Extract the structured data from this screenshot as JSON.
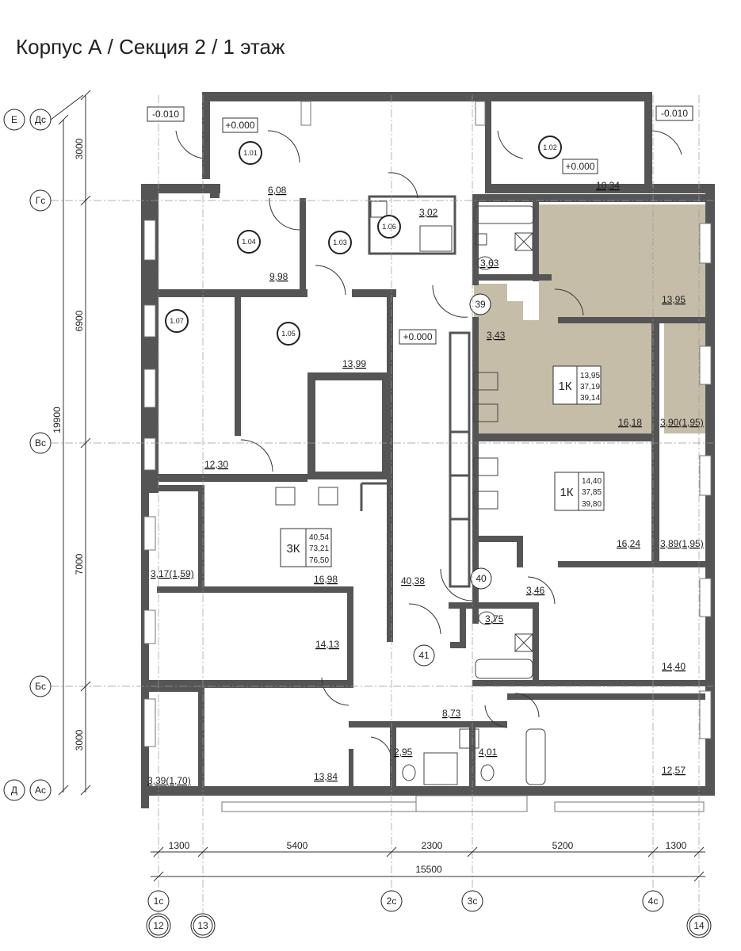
{
  "title": "Корпус А / Секция 2 / 1 этаж",
  "colors": {
    "wall": "#555555",
    "highlight": "#c6bda8",
    "line": "#333333",
    "window": "#bbbbbb"
  },
  "level_marks": [
    {
      "id": "lvl-tl",
      "text": "-0.010"
    },
    {
      "id": "lvl-tr",
      "text": "-0.010"
    },
    {
      "id": "lvl-101",
      "text": "+0.000"
    },
    {
      "id": "lvl-102",
      "text": "+0.000"
    },
    {
      "id": "lvl-corr",
      "text": "+0.000"
    }
  ],
  "room_tags": [
    "1.01",
    "1.02",
    "1.03",
    "1.04",
    "1.05",
    "1.06",
    "1.07"
  ],
  "stair_tags": [
    "39",
    "40",
    "41"
  ],
  "areas": [
    "6,08",
    "10,34",
    "3,02",
    "9,98",
    "3,63",
    "13,95",
    "3,43",
    "13,99",
    "12,30",
    "16,18",
    "3,90(1,95)",
    "16,24",
    "3,89(1,95)",
    "3,17(1,59)",
    "16,98",
    "40,38",
    "3,46",
    "3,75",
    "14,13",
    "14,40",
    "8,73",
    "2,95",
    "4,01",
    "13,84",
    "12,57",
    "3,39(1,70)"
  ],
  "apartments": [
    {
      "type": "1К",
      "values": [
        "13,95",
        "37,19",
        "39,14"
      ],
      "highlighted": true
    },
    {
      "type": "1К",
      "values": [
        "14,40",
        "37,85",
        "39,80"
      ],
      "highlighted": false
    },
    {
      "type": "3К",
      "values": [
        "40,54",
        "73,21",
        "76,50"
      ],
      "highlighted": false
    }
  ],
  "axes_left": [
    {
      "a": "Е",
      "b": "Дс"
    },
    {
      "a": "",
      "b": "Гс"
    },
    {
      "a": "",
      "b": "Вс"
    },
    {
      "a": "",
      "b": "Бс"
    },
    {
      "a": "Д",
      "b": "Ас"
    }
  ],
  "dims_vertical": [
    "3000",
    "6900",
    "19900",
    "7000",
    "3000"
  ],
  "dims_horizontal": [
    "1300",
    "5400",
    "2300",
    "5200",
    "1300"
  ],
  "dim_total": "15500",
  "axes_bottom_top": [
    "1с",
    "2с",
    "3с",
    "4с"
  ],
  "axes_bottom_bottom": [
    "12",
    "13",
    "14"
  ]
}
